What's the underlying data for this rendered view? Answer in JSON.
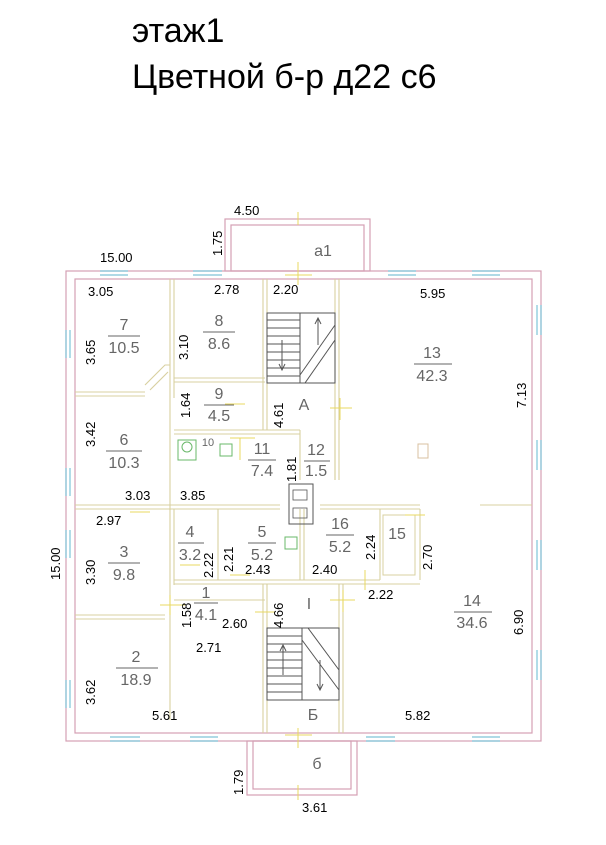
{
  "title_line1": "этаж1",
  "title_line2": "Цветной б-р д22 с6",
  "rooms": [
    {
      "num": "1",
      "area": "4.1"
    },
    {
      "num": "2",
      "area": "18.9"
    },
    {
      "num": "3",
      "area": "9.8"
    },
    {
      "num": "4",
      "area": "3.2"
    },
    {
      "num": "5",
      "area": "5.2"
    },
    {
      "num": "6",
      "area": "10.3"
    },
    {
      "num": "7",
      "area": "10.5"
    },
    {
      "num": "8",
      "area": "8.6"
    },
    {
      "num": "9",
      "area": "4.5"
    },
    {
      "num": "10",
      "area": ""
    },
    {
      "num": "11",
      "area": "7.4"
    },
    {
      "num": "12",
      "area": "1.5"
    },
    {
      "num": "13",
      "area": "42.3"
    },
    {
      "num": "14",
      "area": "34.6"
    },
    {
      "num": "15",
      "area": ""
    },
    {
      "num": "16",
      "area": "5.2"
    }
  ],
  "zones": [
    "а1",
    "б",
    "А",
    "Б",
    "I"
  ],
  "dimensions": [
    "4.50",
    "1.75",
    "15.00",
    "3.05",
    "2.78",
    "2.20",
    "5.95",
    "3.65",
    "3.10",
    "7.13",
    "1.64",
    "4.61",
    "3.42",
    "1.81",
    "3.03",
    "3.85",
    "2.97",
    "15.00",
    "3.30",
    "2.22",
    "2.21",
    "2.43",
    "2.40",
    "2.24",
    "2.70",
    "2.22",
    "1.58",
    "2.60",
    "4.66",
    "2.71",
    "6.90",
    "3.62",
    "5.61",
    "5.82",
    "1.79",
    "3.61"
  ]
}
